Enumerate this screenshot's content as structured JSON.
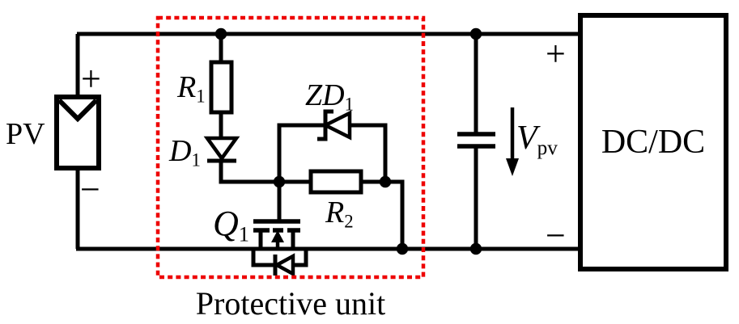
{
  "diagram": {
    "type": "circuit-schematic",
    "title": "PV protective unit with DC/DC converter",
    "colors": {
      "wire": "#000000",
      "protective_box": "#ee0000",
      "background": "#ffffff"
    },
    "labels": {
      "pv": "PV",
      "pv_plus": "+",
      "pv_minus": "−",
      "r1": {
        "base": "R",
        "sub": "1"
      },
      "d1": {
        "base": "D",
        "sub": "1"
      },
      "zd1": {
        "base": "ZD",
        "sub": "1"
      },
      "r2": {
        "base": "R",
        "sub": "2"
      },
      "q1": {
        "base": "Q",
        "sub": "1"
      },
      "vpv": {
        "base": "V",
        "sub": "pv"
      },
      "bus_plus": "+",
      "bus_minus": "−",
      "dcdc": "DC/DC",
      "protective_unit": "Protective unit"
    },
    "components": [
      {
        "id": "pv-source",
        "type": "photovoltaic-source",
        "label_ref": "pv"
      },
      {
        "id": "r1",
        "type": "resistor",
        "label_ref": "r1"
      },
      {
        "id": "d1",
        "type": "diode",
        "label_ref": "d1"
      },
      {
        "id": "zd1",
        "type": "zener-diode",
        "label_ref": "zd1"
      },
      {
        "id": "r2",
        "type": "resistor",
        "label_ref": "r2"
      },
      {
        "id": "q1",
        "type": "n-mosfet-with-body-diode",
        "label_ref": "q1"
      },
      {
        "id": "bus-capacitor",
        "type": "capacitor"
      },
      {
        "id": "vpv-arrow",
        "type": "voltage-arrow-down",
        "label_ref": "vpv"
      },
      {
        "id": "dcdc-converter",
        "type": "converter-block",
        "label_ref": "dcdc"
      },
      {
        "id": "protective-unit-region",
        "type": "dashed-boundary",
        "label_ref": "protective_unit"
      }
    ]
  }
}
